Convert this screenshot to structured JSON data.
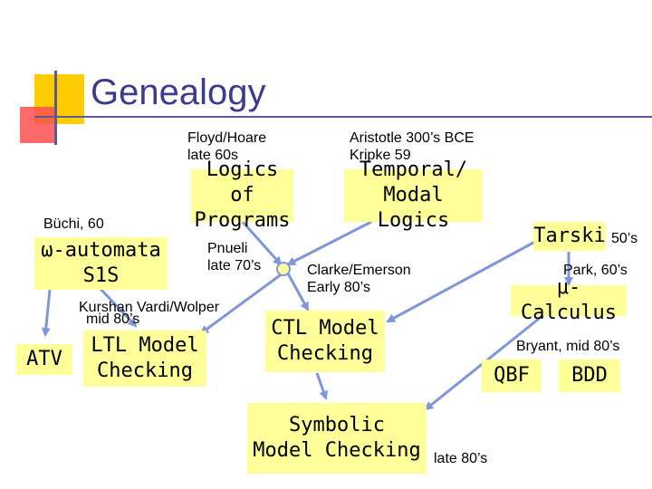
{
  "title": "Genealogy",
  "notes": {
    "floyd_hoare": "Floyd/Hoare",
    "late_60s": "late 60s",
    "aristotle": "Aristotle 300’s BCE",
    "kripke": "Kripke 59",
    "buchi": "Büchi, 60",
    "pnueli": "Pnueli",
    "late_70s": "late 70’s",
    "clarke_emerson": "Clarke/Emerson",
    "early_80s": "Early 80’s",
    "kurshan_vardi": "Kurshan  Vardi/Wolper",
    "mid_80s": "mid 80’s",
    "tarski_year": "50’s",
    "park": "Park, 60’s",
    "bryant": "Bryant, mid 80’s",
    "late_80s": "late 80’s"
  },
  "nodes": {
    "logics_of_programs": [
      "Logics of",
      "Programs"
    ],
    "temporal_modal": [
      "Temporal/",
      "Modal Logics"
    ],
    "tarski": "Tarski",
    "omega_automata": [
      "ω-automata",
      "S1S"
    ],
    "mu_calculus": "μ-Calculus",
    "ctl": [
      "CTL Model",
      "Checking"
    ],
    "ltl": [
      "LTL Model",
      "Checking"
    ],
    "atv": "ATV",
    "qbf": "QBF",
    "bdd": "BDD",
    "symbolic": [
      "Symbolic",
      "Model Checking"
    ]
  },
  "colors": {
    "box_fill": "#ffff99",
    "arrow": "#7f97d6",
    "title": "#3c3c8c"
  }
}
